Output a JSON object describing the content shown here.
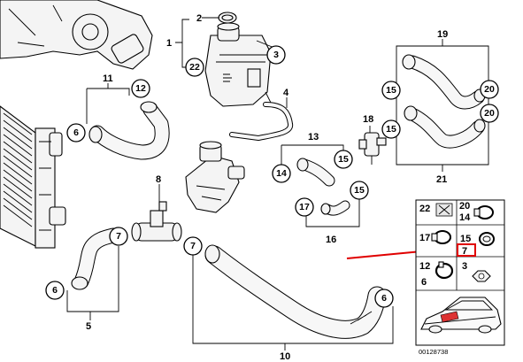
{
  "diagram_code": "00128738",
  "callouts": {
    "c1": "1",
    "c2": "2",
    "c3": "3",
    "c4": "4",
    "c5": "5",
    "c6": "6",
    "c6b": "6",
    "c6c": "6",
    "c7": "7",
    "c7b": "7",
    "c8": "8",
    "c10": "10",
    "c11": "11",
    "c12": "12",
    "c13": "13",
    "c14": "14",
    "c15a": "15",
    "c15b": "15",
    "c15c": "15",
    "c15d": "15",
    "c16": "16",
    "c17": "17",
    "c18": "18",
    "c19": "19",
    "c20a": "20",
    "c20b": "20",
    "c21": "21",
    "c22": "22"
  },
  "legend": {
    "items": [
      "22",
      "20",
      "14",
      "17",
      "15",
      "7",
      "12",
      "6",
      "3"
    ]
  },
  "colors": {
    "highlight": "#e00000",
    "line": "#000000"
  }
}
